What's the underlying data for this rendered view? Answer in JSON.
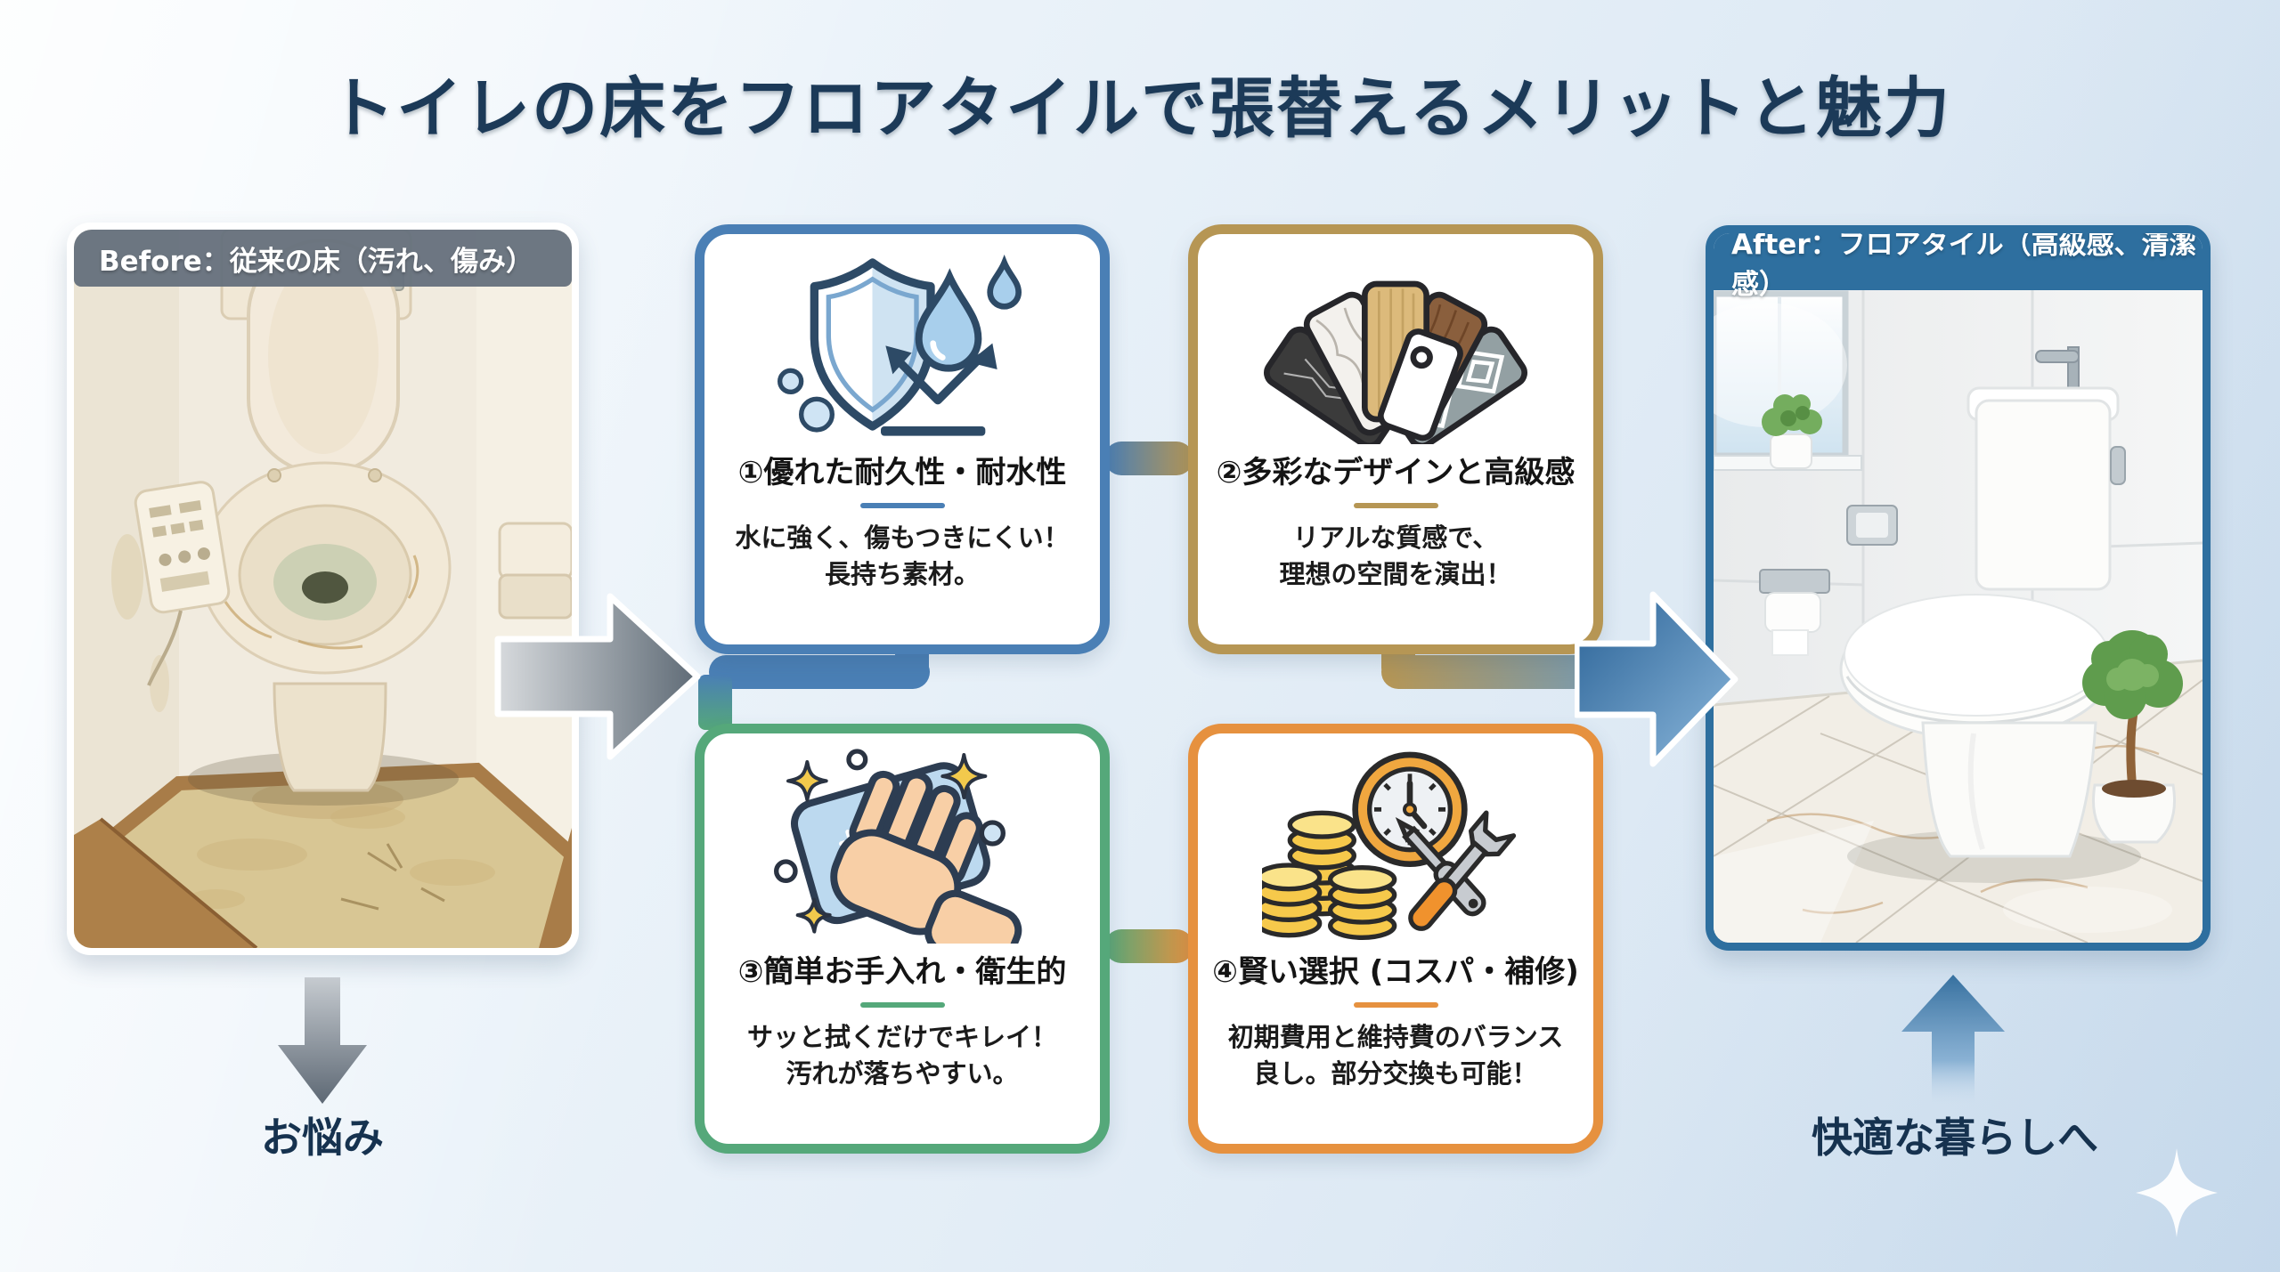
{
  "title": "トイレの床をフロアタイルで張替えるメリットと魅力",
  "before_panel": {
    "header": "Before：従来の床（汚れ、傷み）",
    "caption": "お悩み"
  },
  "after_panel": {
    "header": "After：フロアタイル（高級感、清潔感）",
    "caption": "快適な暮らしへ"
  },
  "cards": [
    {
      "title": "①優れた耐久性・耐水性",
      "desc1": "水に強く、傷もつきにくい！",
      "desc2": "長持ち素材。",
      "accent": "#4a7fb5",
      "icon": "shield-waterdrop-icon"
    },
    {
      "title": "②多彩なデザインと高級感",
      "desc1": "リアルな質感で、",
      "desc2": "理想の空間を演出！",
      "accent": "#b69654",
      "icon": "design-swatch-fan-icon"
    },
    {
      "title": "③簡単お手入れ・衛生的",
      "desc1": "サッと拭くだけでキレイ！",
      "desc2": "汚れが落ちやすい。",
      "accent": "#55a87a",
      "icon": "cleaning-wipe-hand-icon"
    },
    {
      "title": "④賢い選択 (コスパ・補修)",
      "desc1": "初期費用と維持費のバランス",
      "desc2": "良し。部分交換も可能！",
      "accent": "#e6913f",
      "icon": "coins-clock-tools-icon"
    }
  ],
  "colors": {
    "title_text": "#1c3a58",
    "before_header_bg": "#65707c",
    "after_header_bg": "#2e6f9f",
    "gray_arrow": "#5f6b76",
    "blue_arrow": "#2a6296",
    "caption_text": "#16324f"
  }
}
